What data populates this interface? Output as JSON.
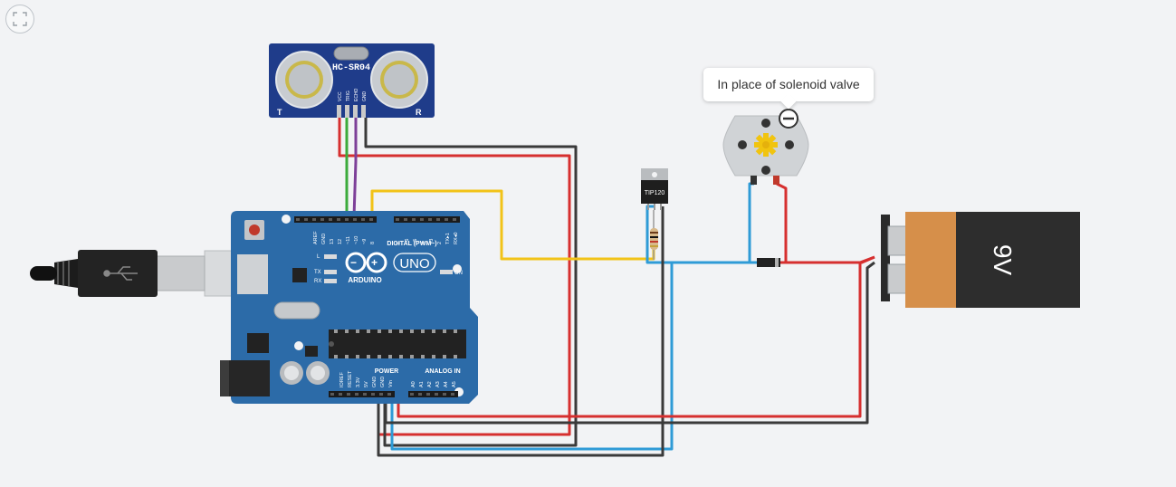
{
  "fullscreen": {
    "icon": "fullscreen-corners-icon"
  },
  "note": {
    "text": "In place of solenoid valve"
  },
  "sensor": {
    "name": "HC-SR04",
    "pins": [
      "VCC",
      "TRIG",
      "ECHO",
      "GND"
    ],
    "t_label": "T",
    "r_label": "R"
  },
  "transistor": {
    "name": "TIP120"
  },
  "battery": {
    "voltage": "9V"
  },
  "arduino": {
    "brand": "ARDUINO",
    "model": "UNO",
    "digital_label": "DIGITAL (PWM~)",
    "power_label": "POWER",
    "analog_label": "ANALOG IN",
    "on_label": "ON",
    "l_label": "L",
    "tx_label": "TX",
    "rx_label": "RX",
    "digital_pins": [
      "AREF",
      "GND",
      "13",
      "12",
      "~11",
      "~10",
      "~9",
      "8",
      "7",
      "~6",
      "~5",
      "4",
      "~3",
      "2",
      "TX▸1",
      "RX◂0"
    ],
    "power_pins": [
      "IOREF",
      "RESET",
      "3.3V",
      "5V",
      "GND",
      "GND",
      "Vin"
    ],
    "analog_pins": [
      "A0",
      "A1",
      "A2",
      "A3",
      "A4",
      "A5"
    ]
  },
  "wire_colors": {
    "red": "#d62f2f",
    "black": "#3a3a3a",
    "green": "#3cab3c",
    "purple": "#7d3f98",
    "yellow": "#f2c318",
    "blue": "#2f9bd6"
  }
}
